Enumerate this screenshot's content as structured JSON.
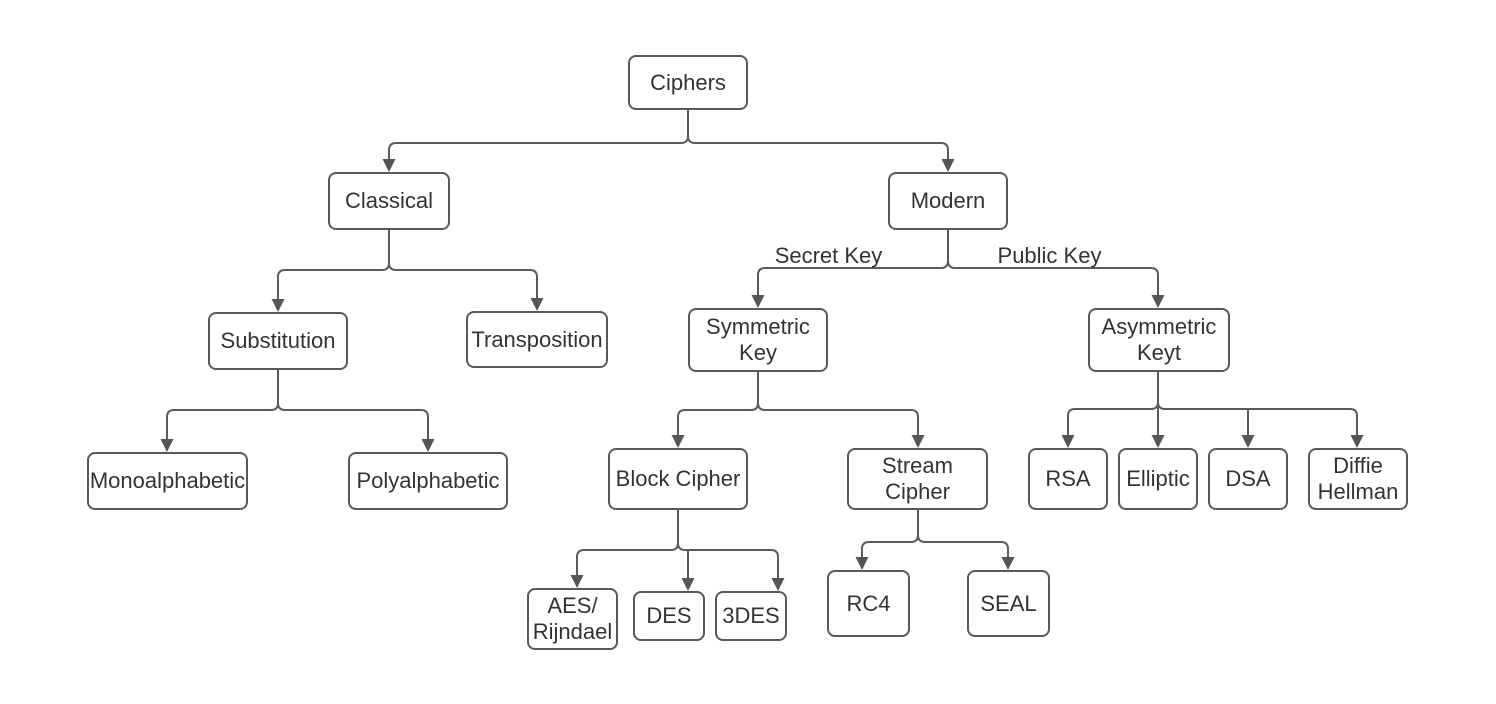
{
  "nodes": {
    "ciphers": {
      "label": "Ciphers"
    },
    "classical": {
      "label": "Classical"
    },
    "modern": {
      "label": "Modern"
    },
    "substitution": {
      "label": "Substitution"
    },
    "transposition": {
      "label": "Transposition"
    },
    "symmetric_key": {
      "label": "Symmetric Key"
    },
    "asymmetric_key": {
      "label": "Asymmetric Keyt"
    },
    "monoalphabetic": {
      "label": "Monoalphabetic"
    },
    "polyalphabetic": {
      "label": "Polyalphabetic"
    },
    "block_cipher": {
      "label": "Block Cipher"
    },
    "stream_cipher": {
      "label": "Stream Cipher"
    },
    "rsa": {
      "label": "RSA"
    },
    "elliptic": {
      "label": "Elliptic"
    },
    "dsa": {
      "label": "DSA"
    },
    "diffie_hellman": {
      "label": "Diffie Hellman"
    },
    "aes_rijndael": {
      "label": "AES/ Rijndael"
    },
    "des": {
      "label": "DES"
    },
    "triple_des": {
      "label": "3DES"
    },
    "rc4": {
      "label": "RC4"
    },
    "seal": {
      "label": "SEAL"
    }
  },
  "edge_labels": {
    "secret_key": "Secret Key",
    "public_key": "Public Key"
  },
  "edges": [
    {
      "from": "ciphers",
      "to": "classical"
    },
    {
      "from": "ciphers",
      "to": "modern"
    },
    {
      "from": "classical",
      "to": "substitution"
    },
    {
      "from": "classical",
      "to": "transposition"
    },
    {
      "from": "modern",
      "to": "symmetric_key",
      "label": "Secret Key"
    },
    {
      "from": "modern",
      "to": "asymmetric_key",
      "label": "Public Key"
    },
    {
      "from": "substitution",
      "to": "monoalphabetic"
    },
    {
      "from": "substitution",
      "to": "polyalphabetic"
    },
    {
      "from": "symmetric_key",
      "to": "block_cipher"
    },
    {
      "from": "symmetric_key",
      "to": "stream_cipher"
    },
    {
      "from": "asymmetric_key",
      "to": "rsa"
    },
    {
      "from": "asymmetric_key",
      "to": "elliptic"
    },
    {
      "from": "asymmetric_key",
      "to": "dsa"
    },
    {
      "from": "asymmetric_key",
      "to": "diffie_hellman"
    },
    {
      "from": "block_cipher",
      "to": "aes_rijndael"
    },
    {
      "from": "block_cipher",
      "to": "des"
    },
    {
      "from": "block_cipher",
      "to": "triple_des"
    },
    {
      "from": "stream_cipher",
      "to": "rc4"
    },
    {
      "from": "stream_cipher",
      "to": "seal"
    }
  ],
  "colors": {
    "background": "#ffffff",
    "box_border": "#595959",
    "connector": "#5b5b5b",
    "arrowhead": "#555555",
    "text": "#333333"
  }
}
